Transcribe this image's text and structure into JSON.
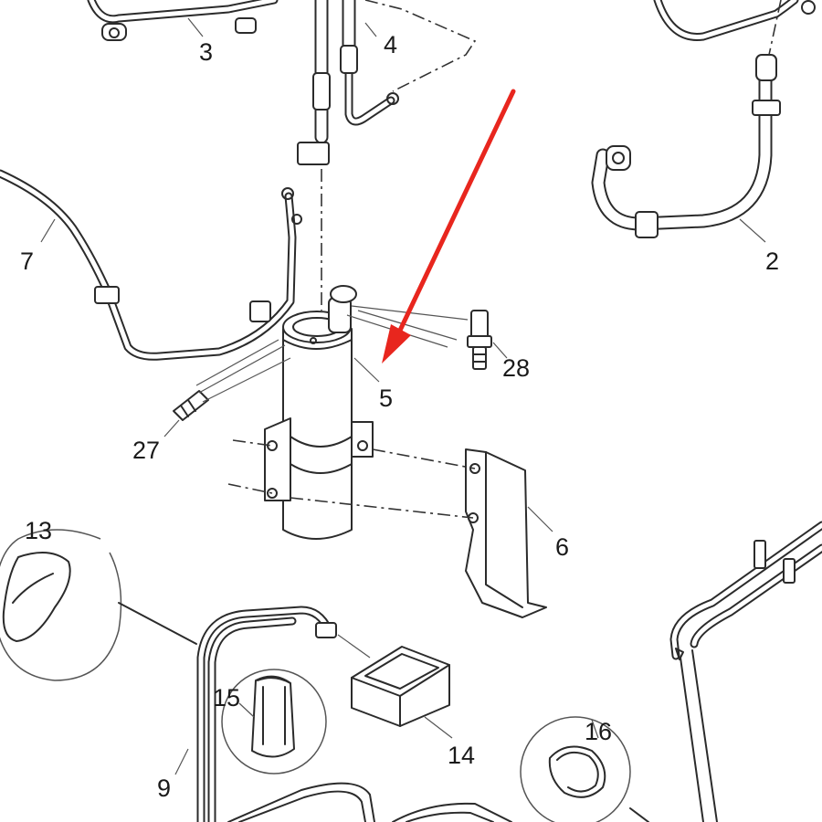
{
  "diagram": {
    "callouts": [
      "2",
      "3",
      "4",
      "5",
      "6",
      "7",
      "9",
      "13",
      "14",
      "15",
      "16",
      "27",
      "28"
    ],
    "arrow_color": "#e8261e",
    "line_color": "#2b2b2b"
  }
}
